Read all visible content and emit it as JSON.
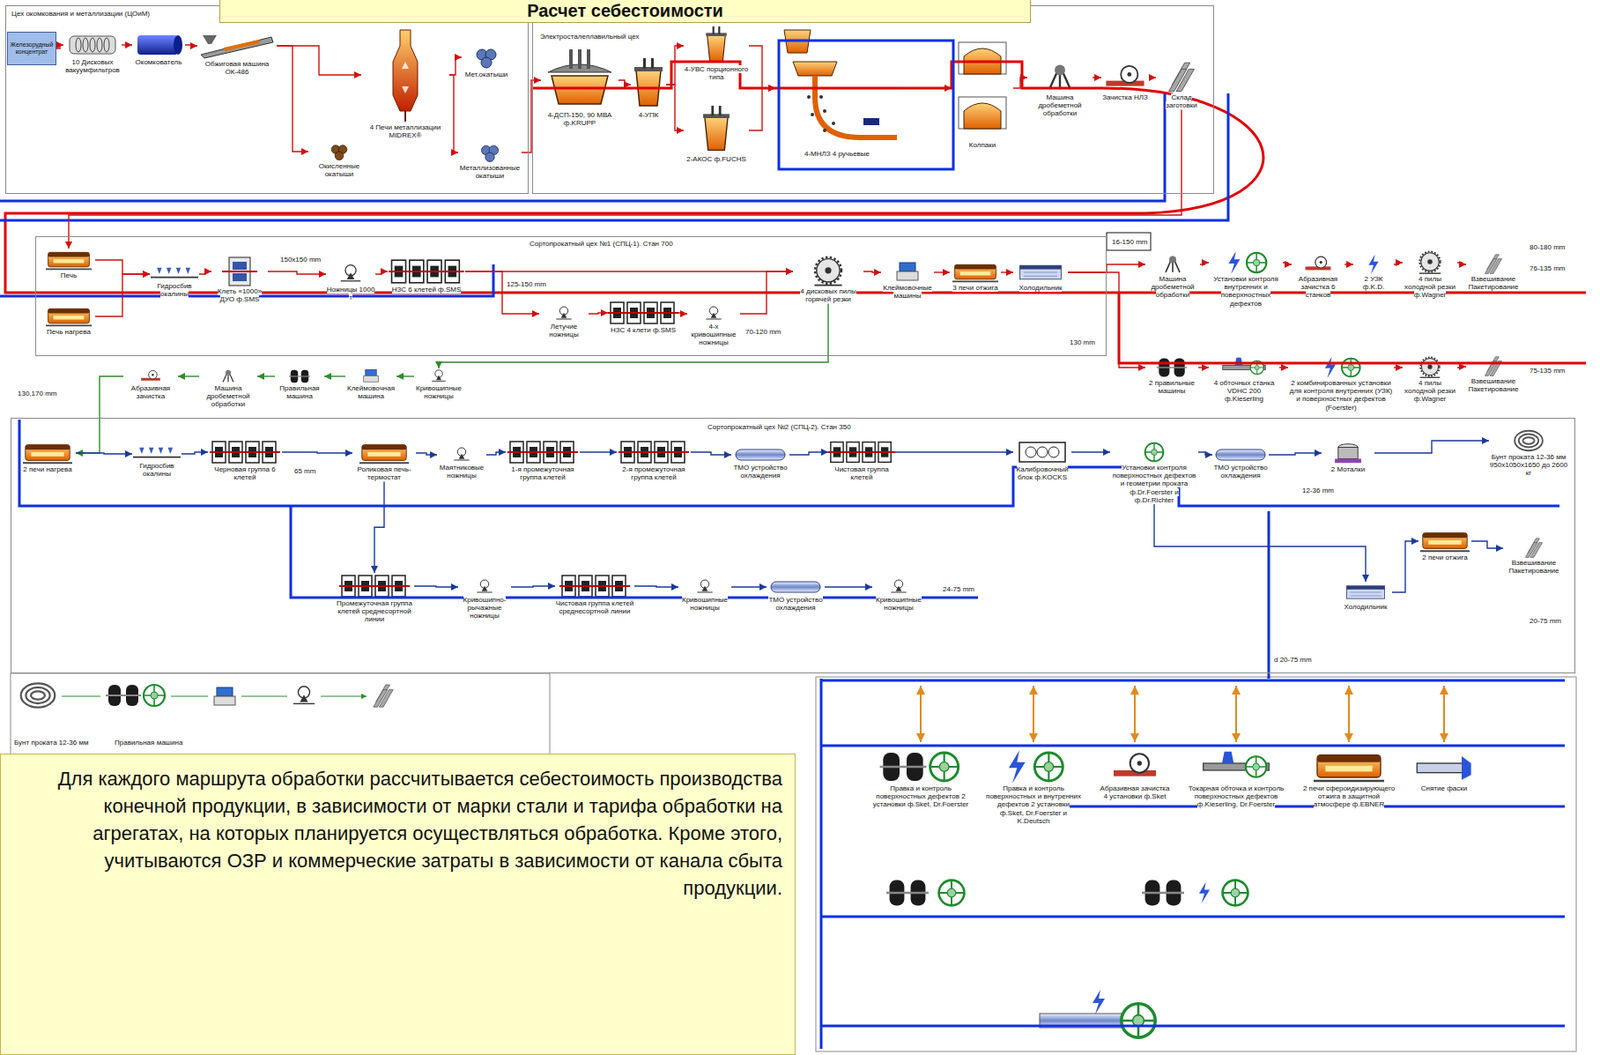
{
  "diagram": {
    "title": "Расчет себестоимости",
    "caption": "Для каждого маршрута обработки рассчитывается себестоимость производства конечной продукции, в зависимости от марки стали и тарифа обработки на агрегатах, на которых планируется осуществляться обработка. Кроме этого, учитываются ОЗР и коммерческие затраты в зависимости от канала сбыта продукции.",
    "nodes": [
      {
        "text": [
          "Цех окомкования и металлизации (ЦОиМ)"
        ]
      },
      {
        "text": [
          "Железорудный концентрат"
        ],
        "in": 0
      },
      {
        "text": [
          "10 Дисковых вакуумфильтров"
        ],
        "in": 0
      },
      {
        "text": [
          "Окомкователь"
        ],
        "in": 0
      },
      {
        "text": [
          "Обжиговая машина ОК-486"
        ],
        "in": 0
      },
      {
        "text": [
          "4 Печи металлизации MIDREX®"
        ],
        "in": 0
      },
      {
        "text": [
          "Мет.окатыши"
        ],
        "in": 0
      },
      {
        "text": [
          "Окисленные окатыши"
        ],
        "in": 0
      },
      {
        "text": [
          "Металлизованные окатыши"
        ],
        "in": 0
      },
      {
        "text": [
          "Электросталеплавильный цех"
        ]
      },
      {
        "text": [
          "4-ДСП-150, 90 МВА ф.KRUPP"
        ],
        "in": 9
      },
      {
        "text": [
          "4-УПК"
        ],
        "in": 9
      },
      {
        "text": [
          "4-УВС порционного типа"
        ],
        "in": 9
      },
      {
        "text": [
          "2-АКОС ф.FUCHS"
        ],
        "in": 9
      },
      {
        "text": [
          "4-МНЛЗ 4 ручьевые"
        ],
        "in": 9
      },
      {
        "text": [
          "Колпаки"
        ],
        "in": 9
      },
      {
        "text": [
          "Машина дробеметной обработки"
        ],
        "in": 9
      },
      {
        "text": [
          "Зачистка НЛЗ"
        ],
        "in": 9
      },
      {
        "text": [
          "Склад заготовки"
        ],
        "in": 9
      },
      {
        "text": [
          "Сортопрокатный цех №1 (СПЦ-1). Стан 700"
        ]
      },
      {
        "text": [
          "Печь"
        ],
        "in": 19
      },
      {
        "text": [
          "Печь нагрева"
        ],
        "in": 19
      },
      {
        "text": [
          "Гидросбив окалины"
        ],
        "in": 19
      },
      {
        "text": [
          "Клеть «1000» ДУО ф.SMS"
        ],
        "in": 19
      },
      {
        "text": [
          "Ножницы 1000 т"
        ],
        "in": 19
      },
      {
        "text": [
          "НЗС 6 клетей ф.SMS"
        ],
        "in": 19
      },
      {
        "text": [
          "Летучие ножницы"
        ],
        "in": 19
      },
      {
        "text": [
          "НЗС 4 клети ф.SMS"
        ],
        "in": 19
      },
      {
        "text": [
          "4-х кривошипные ножницы"
        ],
        "in": 19
      },
      {
        "text": [
          "4 дисковых пилы горячей резки"
        ],
        "in": 19
      },
      {
        "text": [
          "Клеймовочные машины"
        ],
        "in": 19
      },
      {
        "text": [
          "3 печи отжига"
        ],
        "in": 19
      },
      {
        "text": [
          "Холодильник"
        ],
        "in": 19
      },
      {
        "text": [
          "Машина дробеметной обработки"
        ]
      },
      {
        "text": [
          "Установки контроля внутренних и поверхностных дефектов"
        ]
      },
      {
        "text": [
          "Абразивная зачистка 6 станков"
        ]
      },
      {
        "text": [
          "2 УЗК ф.K.D."
        ]
      },
      {
        "text": [
          "4 пилы холодной резки ф.Wagner"
        ]
      },
      {
        "text": [
          "Взвешивание Пакетирование"
        ]
      },
      {
        "text": [
          "2 правильные машины"
        ]
      },
      {
        "text": [
          "4 обточных станка VDHC 200 ф.Kieserling"
        ]
      },
      {
        "text": [
          "2 комбинированных установки для контроля внутренних (УЗК) и поверхностных дефектов (Foerster)"
        ]
      },
      {
        "text": [
          "4 пилы холодной резки ф.Wagner"
        ]
      },
      {
        "text": [
          "Взвешивание Пакетирование"
        ]
      },
      {
        "text": [
          "Кривошипные ножницы"
        ]
      },
      {
        "text": [
          "Клеймовочная машина"
        ]
      },
      {
        "text": [
          "Правильная машина"
        ]
      },
      {
        "text": [
          "Машина дробеметной обработки"
        ]
      },
      {
        "text": [
          "Абразивная зачистка"
        ]
      },
      {
        "text": [
          "Сортопрокатный цех №2 (СПЦ-2). Стан 350"
        ]
      },
      {
        "text": [
          "2 печи нагрева"
        ],
        "in": 49
      },
      {
        "text": [
          "Гидросбив окалины"
        ],
        "in": 49
      },
      {
        "text": [
          "Черновая группа 6 клетей"
        ],
        "in": 49
      },
      {
        "text": [
          "Роликовая печь-термостат"
        ],
        "in": 49
      },
      {
        "text": [
          "Маятниковые ножницы"
        ],
        "in": 49
      },
      {
        "text": [
          "1-я промежуточная группа клетей"
        ],
        "in": 49
      },
      {
        "text": [
          "2-я промежуточная группа клетей"
        ],
        "in": 49
      },
      {
        "text": [
          "ТМО устройство охлаждения"
        ],
        "in": 49
      },
      {
        "text": [
          "Чистовая группа клетей"
        ],
        "in": 49
      },
      {
        "text": [
          "Калибровочный блок ф.KOCKS"
        ],
        "in": 49
      },
      {
        "text": [
          "Установки контроля поверхностных дефектов и геометрии проката ф.Dr.Foerster и ф.Dr.Richter"
        ],
        "in": 49
      },
      {
        "text": [
          "ТМО устройство охлаждения"
        ],
        "in": 49
      },
      {
        "text": [
          "2 Моталки"
        ],
        "in": 49
      },
      {
        "text": [
          "Бунт проката 12-36 мм 950x1050x1650 до 2600 кг"
        ],
        "in": 49
      },
      {
        "text": [
          "Промежуточная группа клетей среднесортной линии"
        ],
        "in": 49
      },
      {
        "text": [
          "Кривошипно-рычажные ножницы"
        ],
        "in": 49
      },
      {
        "text": [
          "Чистовая группа клетей среднесортной линии"
        ],
        "in": 49
      },
      {
        "text": [
          "Кривошипные ножницы"
        ],
        "in": 49
      },
      {
        "text": [
          "ТМО устройство охлаждения"
        ],
        "in": 49
      },
      {
        "text": [
          "Кривошипные ножницы"
        ],
        "in": 49
      },
      {
        "text": [
          "Холодильник"
        ],
        "in": 49
      },
      {
        "text": [
          "2 печи отжига"
        ],
        "in": 49
      },
      {
        "text": [
          "Взвешивание Пакетирование"
        ],
        "in": 49
      },
      {
        "text": [
          "Правка и контроль поверхностных дефектов 2 установки ф.Sket, Dr.Foerster"
        ]
      },
      {
        "text": [
          "Правка и контроль поверхностных и внутренних дефектов 2 установки ф.Sket, Dr.Foerster и K.Deutsch"
        ]
      },
      {
        "text": [
          "Абразивная зачистка 4 установки ф.Sket"
        ]
      },
      {
        "text": [
          "Токарная обточка и контроль поверхностных дефектов ф.Kieserling, Dr.Foerster"
        ]
      },
      {
        "text": [
          "2 печи сфероидизирующего отжига в защитной атмосфере ф.EBNER"
        ]
      },
      {
        "text": [
          "Снятие фаски"
        ]
      }
    ],
    "edges": [
      {
        "from": 1,
        "to": 2,
        "arrow": "to"
      },
      {
        "from": 2,
        "to": 3,
        "arrow": "to"
      },
      {
        "from": 3,
        "to": 4,
        "arrow": "to"
      },
      {
        "from": 4,
        "to": 5,
        "arrow": "to"
      },
      {
        "from": 5,
        "to": 6,
        "arrow": "to"
      },
      {
        "from": 4,
        "to": 7,
        "arrow": "to"
      },
      {
        "from": 5,
        "to": 8,
        "arrow": "to"
      },
      {
        "from": 8,
        "to": 10,
        "arrow": "to"
      },
      {
        "from": 10,
        "to": 11,
        "arrow": "to"
      },
      {
        "from": 11,
        "to": 12,
        "arrow": "to"
      },
      {
        "from": 11,
        "to": 13,
        "arrow": "to"
      },
      {
        "from": 12,
        "to": 14,
        "arrow": "to"
      },
      {
        "from": 13,
        "to": 14,
        "arrow": "to"
      },
      {
        "from": 14,
        "to": 15,
        "arrow": "to"
      },
      {
        "from": 15,
        "to": 16,
        "arrow": "to"
      },
      {
        "from": 16,
        "to": 17,
        "arrow": "to"
      },
      {
        "from": 17,
        "to": 18,
        "arrow": "to"
      },
      {
        "from": 18,
        "to": 20,
        "arrow": "to"
      },
      {
        "from": 20,
        "to": 22,
        "arrow": "to"
      },
      {
        "from": 21,
        "to": 22,
        "arrow": "to"
      },
      {
        "from": 22,
        "to": 23,
        "arrow": "to"
      },
      {
        "from": 23,
        "to": 24,
        "arrow": "to"
      },
      {
        "from": 24,
        "to": 25,
        "arrow": "to"
      },
      {
        "from": 25,
        "to": 29,
        "arrow": "to"
      },
      {
        "from": 25,
        "to": 26,
        "arrow": "to"
      },
      {
        "from": 26,
        "to": 27,
        "arrow": "to"
      },
      {
        "from": 27,
        "to": 28,
        "arrow": "to"
      },
      {
        "from": 28,
        "to": 29,
        "arrow": "to"
      },
      {
        "from": 29,
        "to": 30,
        "arrow": "to"
      },
      {
        "from": 30,
        "to": 31,
        "arrow": "to"
      },
      {
        "from": 31,
        "to": 32,
        "arrow": "to"
      },
      {
        "from": 32,
        "to": 33,
        "arrow": "to"
      },
      {
        "from": 33,
        "to": 34,
        "arrow": "to"
      },
      {
        "from": 34,
        "to": 35,
        "arrow": "to"
      },
      {
        "from": 35,
        "to": 36,
        "arrow": "to"
      },
      {
        "from": 36,
        "to": 37,
        "arrow": "to"
      },
      {
        "from": 37,
        "to": 38,
        "arrow": "to"
      },
      {
        "from": 32,
        "to": 39,
        "arrow": "to"
      },
      {
        "from": 39,
        "to": 40,
        "arrow": "to"
      },
      {
        "from": 40,
        "to": 41,
        "arrow": "to"
      },
      {
        "from": 41,
        "to": 42,
        "arrow": "to"
      },
      {
        "from": 42,
        "to": 43,
        "arrow": "to"
      },
      {
        "from": 29,
        "to": 44,
        "arrow": "to"
      },
      {
        "from": 44,
        "to": 45,
        "arrow": "to"
      },
      {
        "from": 45,
        "to": 46,
        "arrow": "to"
      },
      {
        "from": 46,
        "to": 47,
        "arrow": "to"
      },
      {
        "from": 47,
        "to": 48,
        "arrow": "to"
      },
      {
        "from": 48,
        "to": 50,
        "arrow": "to"
      },
      {
        "from": 50,
        "to": 51,
        "arrow": "to"
      },
      {
        "from": 51,
        "to": 52,
        "arrow": "to"
      },
      {
        "from": 52,
        "to": 53,
        "arrow": "to"
      },
      {
        "from": 53,
        "to": 54,
        "arrow": "to"
      },
      {
        "from": 54,
        "to": 55,
        "arrow": "to"
      },
      {
        "from": 55,
        "to": 56,
        "arrow": "to"
      },
      {
        "from": 56,
        "to": 57,
        "arrow": "to"
      },
      {
        "from": 57,
        "to": 58,
        "arrow": "to"
      },
      {
        "from": 58,
        "to": 59,
        "arrow": "to"
      },
      {
        "from": 59,
        "to": 60,
        "arrow": "to"
      },
      {
        "from": 60,
        "to": 61,
        "arrow": "to"
      },
      {
        "from": 61,
        "to": 62,
        "arrow": "to"
      },
      {
        "from": 62,
        "to": 63,
        "arrow": "to"
      },
      {
        "from": 53,
        "to": 64,
        "arrow": "to"
      },
      {
        "from": 64,
        "to": 65,
        "arrow": "to"
      },
      {
        "from": 65,
        "to": 66,
        "arrow": "to"
      },
      {
        "from": 66,
        "to": 67,
        "arrow": "to"
      },
      {
        "from": 67,
        "to": 68,
        "arrow": "to"
      },
      {
        "from": 68,
        "to": 69,
        "arrow": "to"
      },
      {
        "from": 60,
        "to": 70,
        "arrow": "to"
      },
      {
        "from": 70,
        "to": 71,
        "arrow": "to"
      },
      {
        "from": 71,
        "to": 72,
        "arrow": "to"
      }
    ],
    "labels": [
      "150x150 mm",
      "125-150 mm",
      "70-120 mm",
      "130 mm",
      "16-150 mm",
      "130,170 mm",
      "65 mm",
      "12-36 mm",
      "24-75 mm",
      "d 20-75 mm",
      "80-180 mm",
      "76-135 mm",
      "75-135 mm",
      "20-75 mm",
      "Бунт проката 12-36 мм",
      "Правильная машина"
    ]
  }
}
